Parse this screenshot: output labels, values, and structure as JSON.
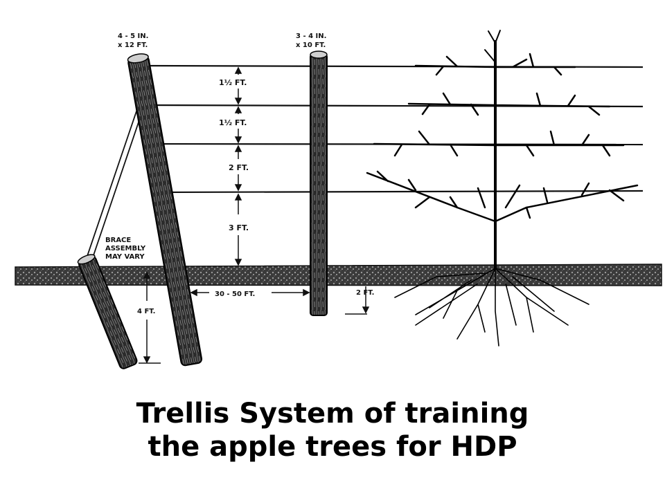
{
  "diagram": {
    "labels": {
      "end_post": "4 - 5 IN.",
      "end_post_2": "x 12 FT.",
      "line_post": "3 - 4 IN.",
      "line_post_2": "x 10 FT.",
      "wire_gap_1": "1½  FT.",
      "wire_gap_2": "1½  FT.",
      "wire_gap_3": "2  FT.",
      "wire_gap_4": "3  FT.",
      "brace_1": "BRACE",
      "brace_2": "ASSEMBLY",
      "brace_3": "MAY VARY",
      "end_depth": "4 FT.",
      "post_spacing": "30 - 50 FT.",
      "line_depth": "2 FT."
    }
  },
  "caption": {
    "line1": "Trellis System of training",
    "line2": "the apple trees for HDP"
  },
  "colors": {
    "ink": "#111111",
    "soil": "#2a2a2a",
    "background": "#ffffff"
  }
}
